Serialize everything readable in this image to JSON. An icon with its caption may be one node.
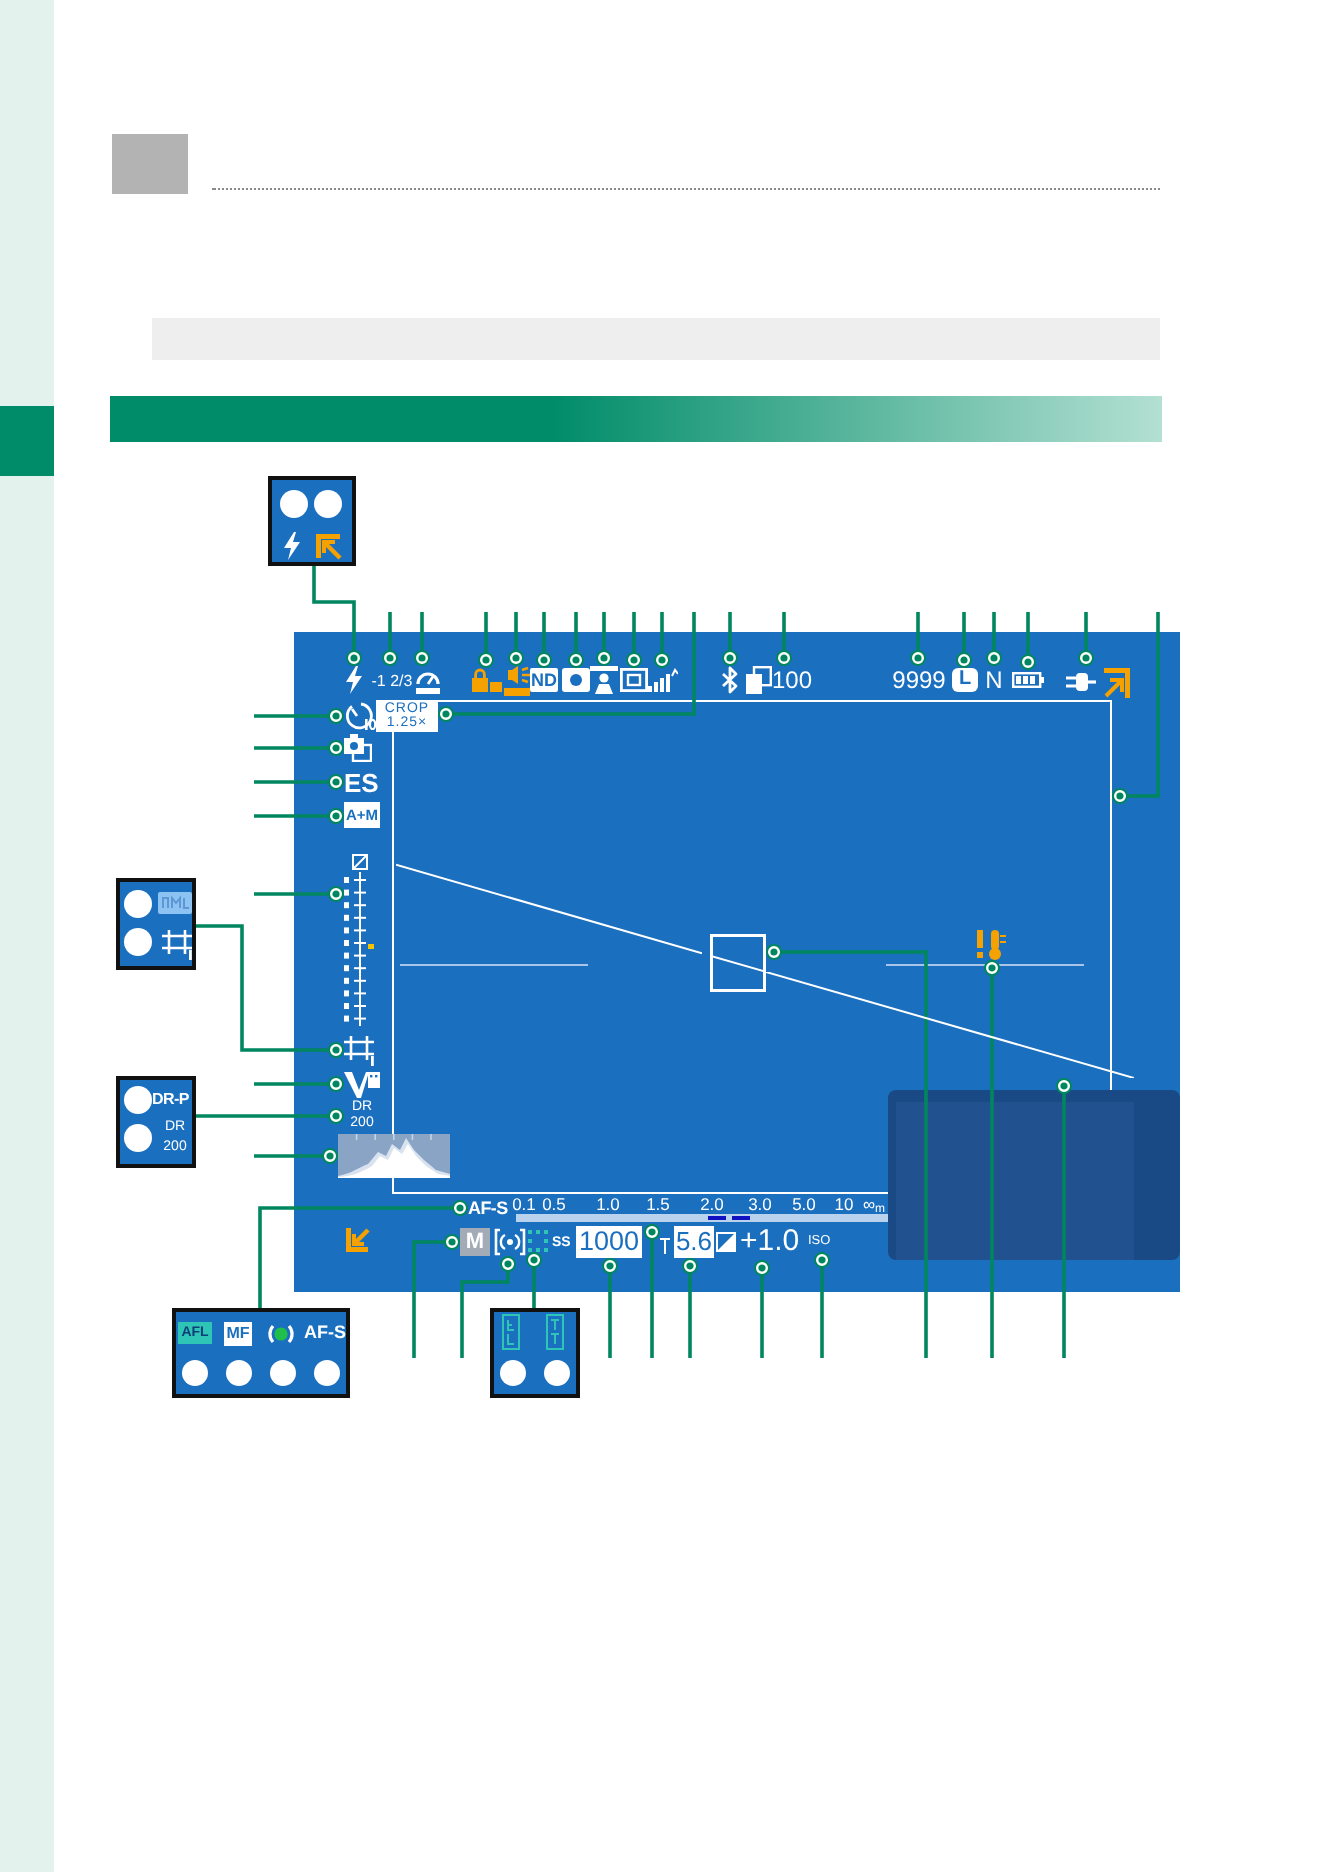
{
  "diagram": {
    "nodes": [
      {
        "text": [],
        "shape": "box"
      },
      {
        "text": [],
        "shape": "bar"
      },
      {
        "text": [],
        "shape": "bar"
      },
      {
        "text": [],
        "shape": "box"
      },
      {
        "text": [],
        "shape": "circle",
        "in": 3
      },
      {
        "text": [],
        "shape": "circle",
        "in": 3
      },
      {
        "text": [],
        "shape": "box"
      },
      {
        "text": [],
        "shape": "picture",
        "in": 6
      },
      {
        "text": [
          "-1 2/3"
        ],
        "in": 6
      },
      {
        "text": [],
        "shape": "picture",
        "in": 6
      },
      {
        "text": [],
        "shape": "picture",
        "in": 6
      },
      {
        "text": [],
        "shape": "picture",
        "in": 6
      },
      {
        "text": [
          "ND"
        ],
        "in": 6
      },
      {
        "text": [],
        "shape": "picture",
        "in": 6
      },
      {
        "text": [],
        "shape": "picture",
        "in": 6
      },
      {
        "text": [],
        "shape": "picture",
        "in": 6
      },
      {
        "text": [],
        "shape": "picture",
        "in": 6
      },
      {
        "text": [],
        "shape": "picture",
        "in": 6
      },
      {
        "text": [
          "100"
        ],
        "in": 6
      },
      {
        "text": [
          "9999"
        ],
        "in": 6
      },
      {
        "text": [
          "L"
        ],
        "in": 6
      },
      {
        "text": [
          "N"
        ],
        "in": 6
      },
      {
        "text": [],
        "shape": "picture",
        "in": 6
      },
      {
        "text": [],
        "shape": "picture",
        "in": 6
      },
      {
        "text": [
          "CROP 1.25×"
        ],
        "in": 6
      },
      {
        "text": [],
        "shape": "picture",
        "in": 6
      },
      {
        "text": [],
        "shape": "picture",
        "in": 6
      },
      {
        "text": [
          "ES"
        ],
        "in": 6
      },
      {
        "text": [
          "A+M"
        ],
        "in": 6
      },
      {
        "text": [],
        "shape": "picture",
        "in": 6
      },
      {
        "text": [],
        "shape": "picture",
        "in": 6
      },
      {
        "text": [],
        "shape": "picture",
        "in": 6
      },
      {
        "text": [
          "DR 200"
        ],
        "in": 6
      },
      {
        "text": [],
        "shape": "picture",
        "in": 6
      },
      {
        "text": [],
        "shape": "box",
        "in": 6
      },
      {
        "text": [],
        "shape": "box",
        "in": 34
      },
      {
        "text": [],
        "shape": "picture",
        "in": 34
      },
      {
        "text": [],
        "shape": "picture",
        "in": 6
      },
      {
        "text": [
          "AF-S"
        ],
        "in": 6
      },
      {
        "text": [
          "0.1",
          "0.5",
          "1.0",
          "1.5",
          "2.0",
          "3.0",
          "5.0",
          "10",
          "∞$_{m}$"
        ],
        "in": 6
      },
      {
        "text": [
          "M"
        ],
        "in": 6
      },
      {
        "text": [],
        "shape": "picture",
        "in": 6
      },
      {
        "text": [],
        "shape": "picture",
        "in": 6
      },
      {
        "text": [
          "1000"
        ],
        "in": 6
      },
      {
        "text": [
          "5.6"
        ],
        "in": 6
      },
      {
        "text": [
          "+1.0"
        ],
        "in": 6
      },
      {
        "text": [
          "ISO"
        ],
        "in": 6
      },
      {
        "text": [],
        "shape": "box"
      },
      {
        "text": [],
        "shape": "circle",
        "in": 47
      },
      {
        "text": [],
        "shape": "circle",
        "in": 47
      },
      {
        "text": [
          "DR-P",
          "DR 200"
        ]
      },
      {
        "text": [],
        "shape": "circle",
        "in": 50
      },
      {
        "text": [],
        "shape": "circle",
        "in": 50
      },
      {
        "text": [
          "AF-S"
        ]
      },
      {
        "text": [
          "AFL"
        ],
        "in": 53
      },
      {
        "text": [
          "MF"
        ],
        "in": 53
      },
      {
        "text": [],
        "shape": "circle",
        "in": 53
      },
      {
        "text": [],
        "shape": "circle",
        "in": 53
      },
      {
        "text": [],
        "shape": "circle",
        "in": 53
      },
      {
        "text": [],
        "shape": "circle",
        "in": 53
      },
      {
        "text": [],
        "shape": "box"
      },
      {
        "text": [],
        "shape": "circle",
        "in": 60
      },
      {
        "text": [],
        "shape": "circle",
        "in": 60
      },
      {
        "text": [],
        "shape": "picture",
        "in": 34
      }
    ],
    "edges": [
      {
        "from": 3,
        "to": 7,
        "arrow": "other"
      },
      {
        "from": null,
        "to": 8,
        "arrow": "other"
      },
      {
        "from": null,
        "to": 9,
        "arrow": "other"
      },
      {
        "from": null,
        "to": 10,
        "arrow": "other"
      },
      {
        "from": null,
        "to": 11,
        "arrow": "other"
      },
      {
        "from": null,
        "to": 12,
        "arrow": "other"
      },
      {
        "from": null,
        "to": 13,
        "arrow": "other"
      },
      {
        "from": null,
        "to": 14,
        "arrow": "other"
      },
      {
        "from": null,
        "to": 15,
        "arrow": "other"
      },
      {
        "from": null,
        "to": 16,
        "arrow": "other"
      },
      {
        "from": null,
        "to": 24,
        "arrow": "other"
      },
      {
        "from": null,
        "to": 17,
        "arrow": "other"
      },
      {
        "from": null,
        "to": 18,
        "arrow": "other"
      },
      {
        "from": null,
        "to": 19,
        "arrow": "other"
      },
      {
        "from": null,
        "to": 20,
        "arrow": "other"
      },
      {
        "from": null,
        "to": 21,
        "arrow": "other"
      },
      {
        "from": null,
        "to": 22,
        "arrow": "other"
      },
      {
        "from": null,
        "to": 23,
        "arrow": "other"
      },
      {
        "from": null,
        "to": 34,
        "arrow": "other"
      },
      {
        "from": null,
        "to": 25,
        "arrow": "other"
      },
      {
        "from": null,
        "to": 26,
        "arrow": "other"
      },
      {
        "from": null,
        "to": 27,
        "arrow": "other"
      },
      {
        "from": null,
        "to": 28,
        "arrow": "other"
      },
      {
        "from": null,
        "to": 29,
        "arrow": "other"
      },
      {
        "from": 47,
        "to": 30,
        "arrow": "other"
      },
      {
        "from": null,
        "to": 31,
        "arrow": "other"
      },
      {
        "from": 50,
        "to": 32,
        "arrow": "other"
      },
      {
        "from": null,
        "to": 33,
        "arrow": "other"
      },
      {
        "from": 53,
        "to": 38,
        "arrow": "other"
      },
      {
        "from": null,
        "to": 40,
        "arrow": "other"
      },
      {
        "from": null,
        "to": 41,
        "arrow": "other"
      },
      {
        "from": 60,
        "to": 42,
        "arrow": "other"
      },
      {
        "from": null,
        "to": 43,
        "arrow": "other"
      },
      {
        "from": null,
        "to": 39,
        "arrow": "other"
      },
      {
        "from": null,
        "to": 44,
        "arrow": "other"
      },
      {
        "from": null,
        "to": 45,
        "arrow": "other"
      },
      {
        "from": null,
        "to": 46,
        "arrow": "other"
      },
      {
        "from": null,
        "to": 35,
        "arrow": "other"
      },
      {
        "from": null,
        "to": 63,
        "arrow": "other"
      },
      {
        "from": null,
        "to": 37,
        "arrow": "other"
      }
    ],
    "labels": [
      "SS"
    ]
  }
}
